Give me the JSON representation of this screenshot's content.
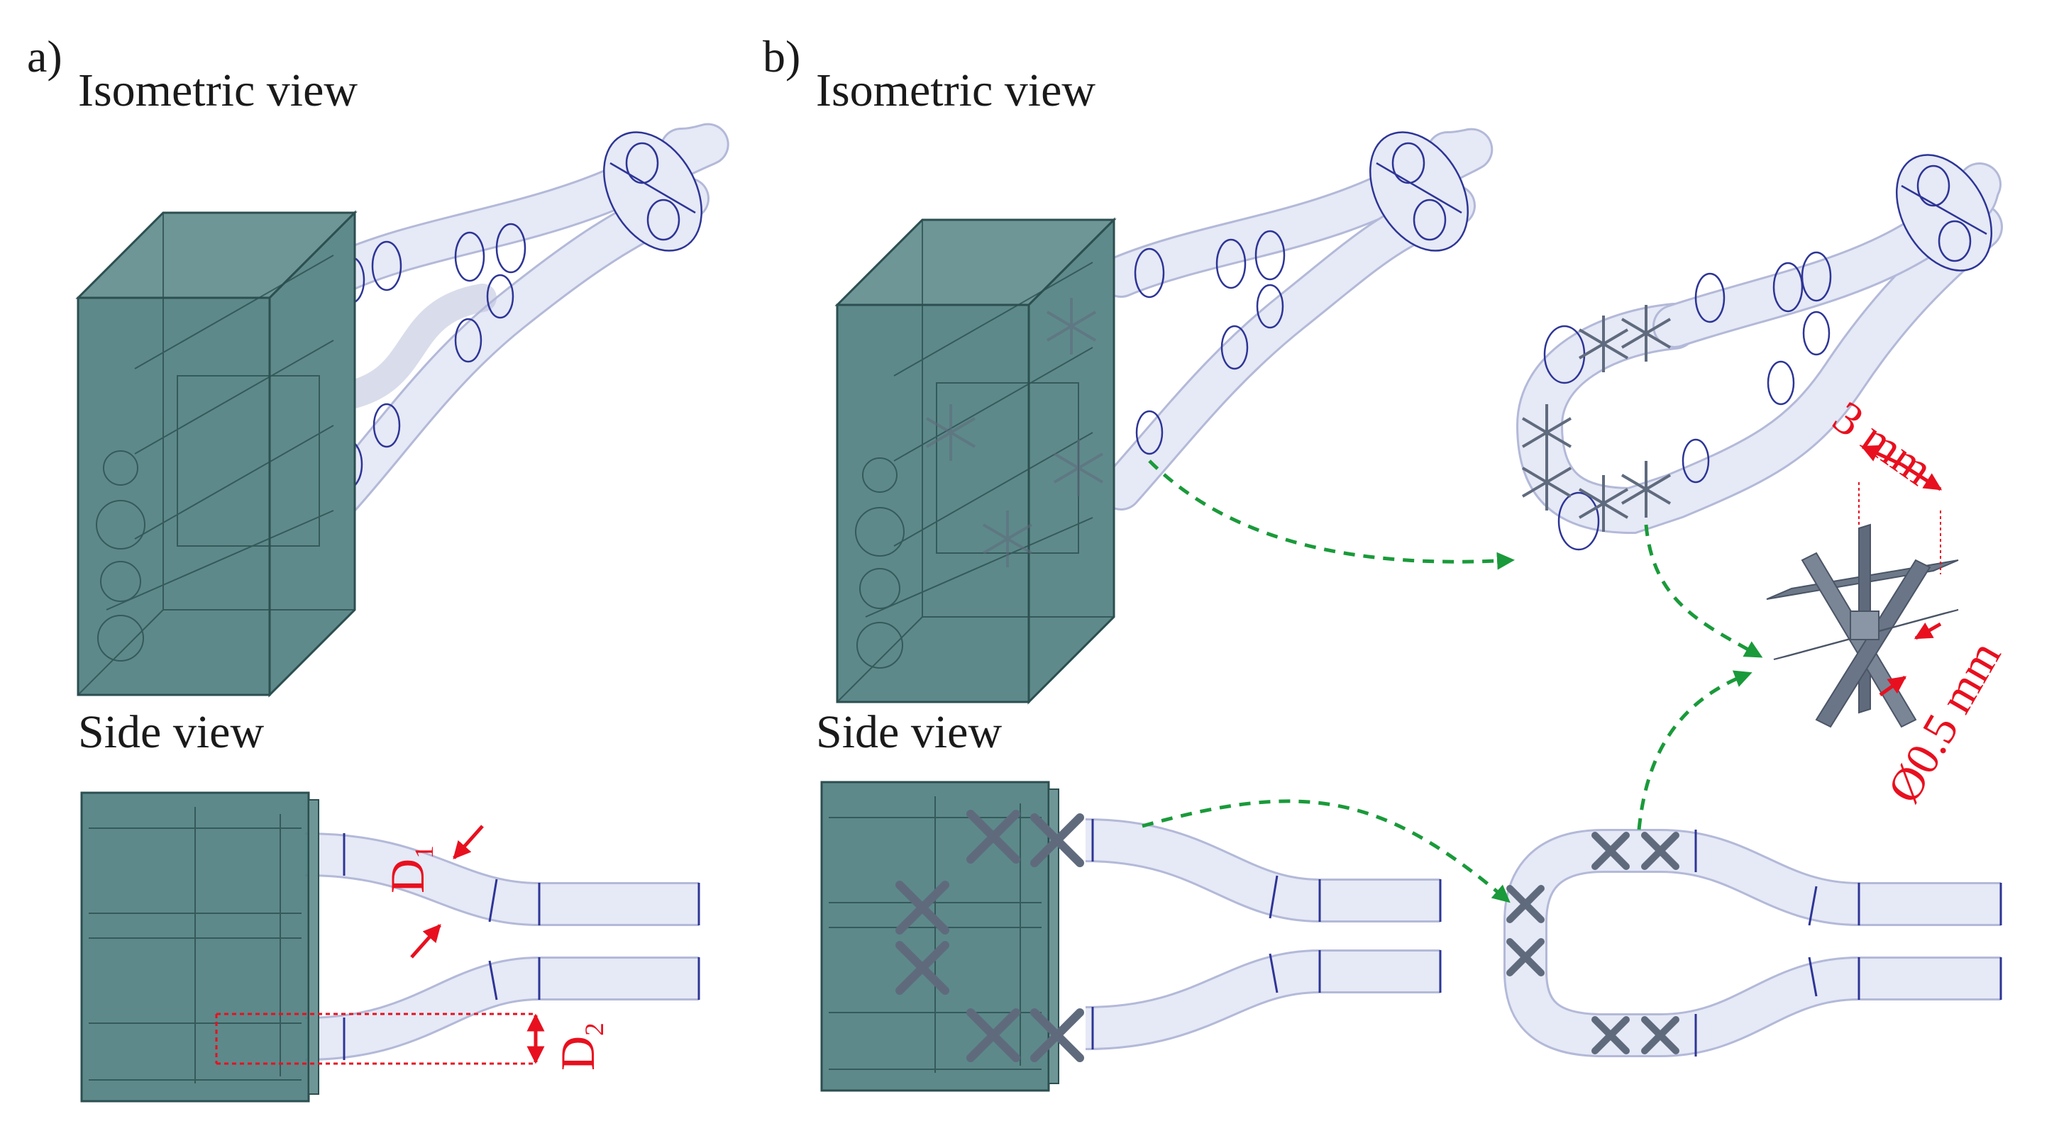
{
  "panels": {
    "a": {
      "letter": "a)",
      "iso_title": "Isometric view",
      "side_title": "Side view",
      "dims": {
        "d1": "D",
        "d1_sub": "1",
        "d2": "D",
        "d2_sub": "2"
      }
    },
    "b": {
      "letter": "b)",
      "iso_title": "Isometric view",
      "side_title": "Side view",
      "dims": {
        "length": "3 mm",
        "diameter": "Ø0.5 mm"
      }
    }
  },
  "colors": {
    "housing_fill": "#4f7f80",
    "housing_stroke": "#2c4f50",
    "tube_fill": "#e6e9f6",
    "tube_stroke": "#b3b9d8",
    "ring_stroke": "#2d3596",
    "element": "#5f6b7d",
    "dim_red": "#e8101f",
    "arrow_green": "#1a9a3a"
  }
}
